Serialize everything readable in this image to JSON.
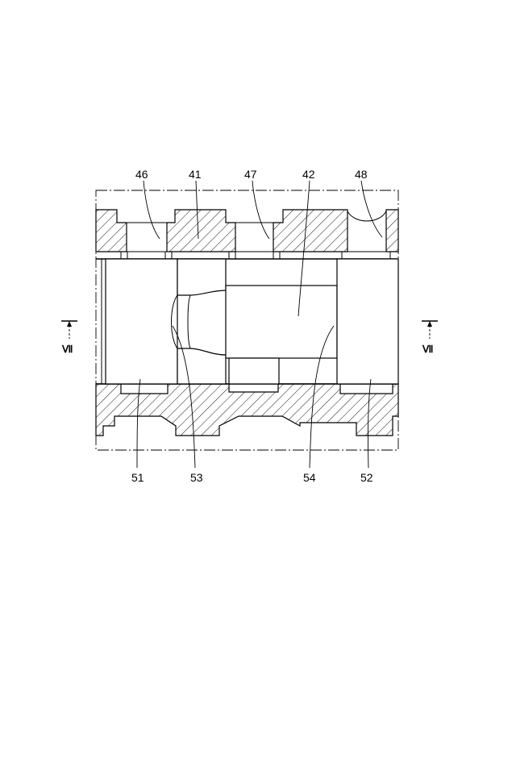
{
  "labels": {
    "l46": "46",
    "l41": "41",
    "l47": "47",
    "l42": "42",
    "l48": "48",
    "l51": "51",
    "l53": "53",
    "l54": "54",
    "l52": "52"
  },
  "section": {
    "left": "Ⅶ",
    "right": "Ⅶ"
  }
}
